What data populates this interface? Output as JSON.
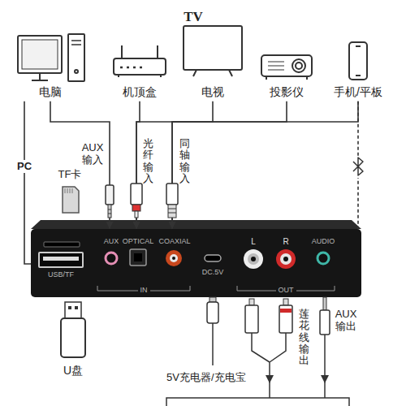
{
  "diagram": {
    "nodes": [
      {
        "text": [
          "电脑"
        ]
      },
      {
        "text": [
          "机顶盒"
        ]
      },
      {
        "text": [
          "TV",
          "电视"
        ]
      },
      {
        "text": [
          "投影仪"
        ]
      },
      {
        "text": [
          "手机/平板"
        ]
      },
      {
        "text": [
          "TF卡"
        ]
      },
      {
        "text": [
          "USB/TF",
          "AUX",
          "OPTICAL",
          "COAXIAL",
          "DC.5V",
          "L",
          "R",
          "AUDIO",
          "IN",
          "OUT"
        ]
      },
      {
        "text": [
          "U盘"
        ]
      }
    ],
    "edges": [
      {
        "from": 0,
        "to": 6,
        "arrow": "to"
      },
      {
        "from": 1,
        "to": 6,
        "arrow": "to"
      },
      {
        "from": 2,
        "to": 6,
        "arrow": "to"
      },
      {
        "from": 3,
        "to": 6,
        "arrow": "to"
      },
      {
        "from": 4,
        "to": 6,
        "arrow": "to"
      },
      {
        "from": 0,
        "to": 6,
        "label": "PC",
        "arrow": "none"
      },
      {
        "from": 4,
        "to": 6,
        "arrow": "none"
      }
    ],
    "labels": [
      "AUX输入",
      "光纤输入",
      "同轴输入",
      "5V充电器/充电宝",
      "莲花线输出",
      "AUX输出"
    ]
  }
}
